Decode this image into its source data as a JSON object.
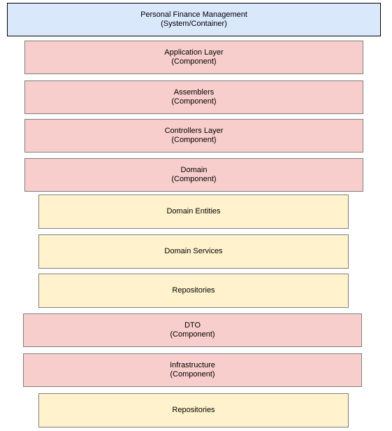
{
  "diagram": {
    "container": {
      "title": "Personal Finance Management",
      "subtitle": "(System/Container)",
      "color": "#dae8fc"
    },
    "blocks": [
      {
        "id": "application-layer",
        "title": "Application Layer",
        "subtitle": "(Component)",
        "kind": "component"
      },
      {
        "id": "assemblers",
        "title": "Assemblers",
        "subtitle": "(Component)",
        "kind": "component"
      },
      {
        "id": "controllers-layer",
        "title": "Controllers Layer",
        "subtitle": "(Component)",
        "kind": "component"
      },
      {
        "id": "domain",
        "title": "Domain",
        "subtitle": "(Component)",
        "kind": "component"
      },
      {
        "id": "domain-entities",
        "title": "Domain Entities",
        "subtitle": "",
        "kind": "entity"
      },
      {
        "id": "domain-services",
        "title": "Domain Services",
        "subtitle": "",
        "kind": "entity"
      },
      {
        "id": "repositories-domain",
        "title": "Repositories",
        "subtitle": "",
        "kind": "entity"
      },
      {
        "id": "dto",
        "title": "DTO",
        "subtitle": "(Component)",
        "kind": "component"
      },
      {
        "id": "infrastructure",
        "title": "Infrastructure",
        "subtitle": "(Component)",
        "kind": "component"
      },
      {
        "id": "repositories-infra",
        "title": "Repositories",
        "subtitle": "",
        "kind": "entity"
      }
    ],
    "colors": {
      "component_fill": "#f8cecc",
      "entity_fill": "#fff2cc",
      "container_fill": "#dae8fc"
    }
  }
}
